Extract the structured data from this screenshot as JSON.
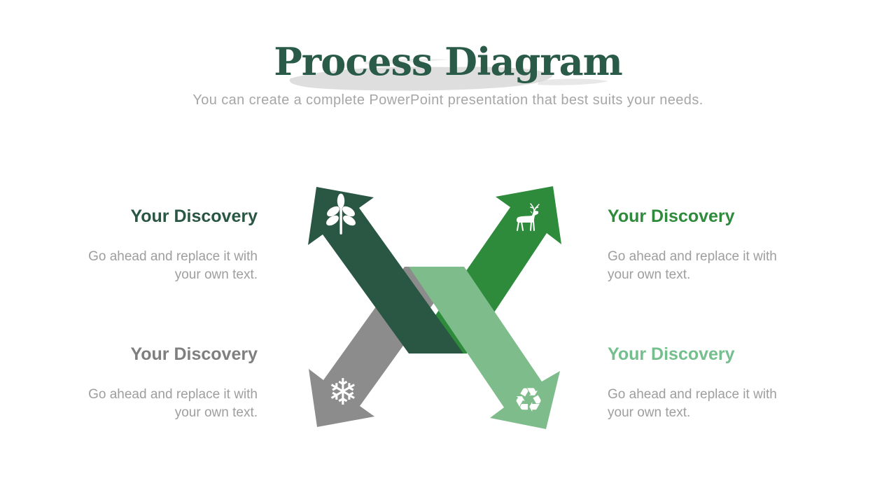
{
  "slide": {
    "title": "Process Diagram",
    "subtitle": "You can create a complete PowerPoint presentation that best suits your needs."
  },
  "colors": {
    "title": "#2a5b48",
    "subtitle": "#a6a6a6",
    "body_text": "#9e9e9e",
    "brush_stroke": "#d6d6d6",
    "dark_green": "#2a5644",
    "medium_green": "#2f8b3c",
    "light_green": "#7fbc8c",
    "gray": "#8c8c8c",
    "icon": "#ffffff"
  },
  "blocks": [
    {
      "position": "top-left",
      "heading": "Your Discovery",
      "heading_color": "#2a5644",
      "body": "Go ahead and replace it with your own text.",
      "align": "right"
    },
    {
      "position": "top-right",
      "heading": "Your Discovery",
      "heading_color": "#2f8b3c",
      "body": "Go ahead and replace it with your own text.",
      "align": "left"
    },
    {
      "position": "bottom-left",
      "heading": "Your Discovery",
      "heading_color": "#7f7f7f",
      "body": "Go ahead and replace it with your own text.",
      "align": "right"
    },
    {
      "position": "bottom-right",
      "heading": "Your Discovery",
      "heading_color": "#74bf8d",
      "body": "Go ahead and replace it with your own text.",
      "align": "left"
    }
  ],
  "diagram": {
    "arrows": [
      {
        "name": "arrow-up-left",
        "icon": "plant-icon",
        "color": "#2a5644"
      },
      {
        "name": "arrow-up-right",
        "icon": "deer-icon",
        "color": "#2f8b3c"
      },
      {
        "name": "arrow-down-left",
        "icon": "snowflake-icon",
        "color": "#8c8c8c",
        "glyph": "❄"
      },
      {
        "name": "arrow-down-right",
        "icon": "recycle-icon",
        "color": "#7fbc8c",
        "glyph": "♻"
      }
    ]
  }
}
